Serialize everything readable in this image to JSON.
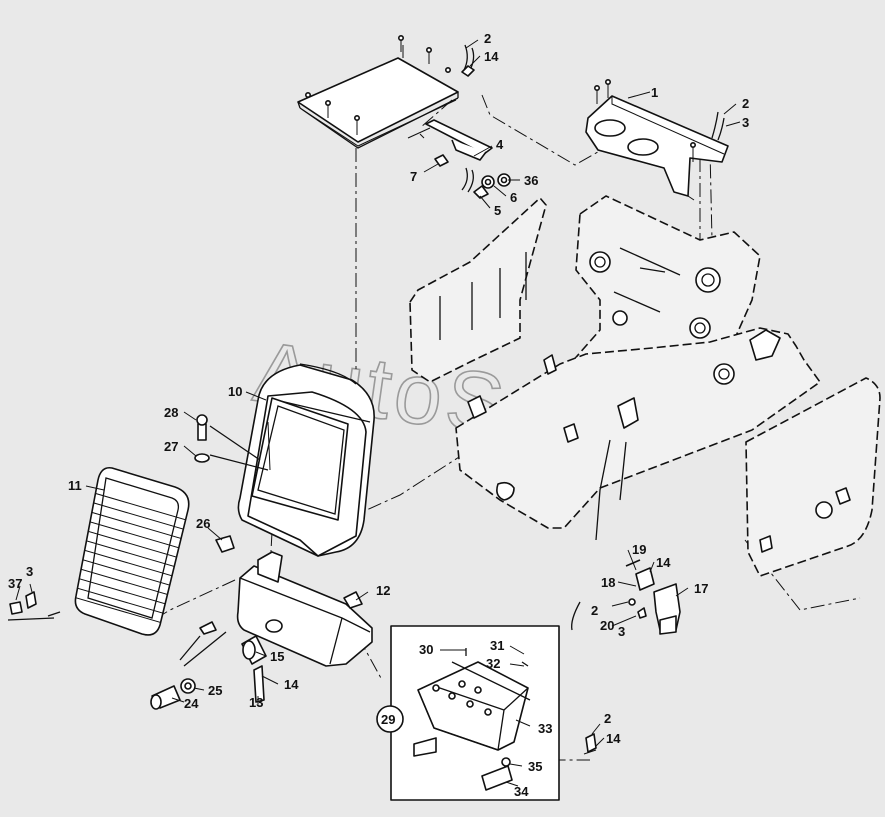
{
  "watermark": "AutoSoft",
  "callouts": [
    {
      "id": "c2a",
      "text": "2"
    },
    {
      "id": "c14a",
      "text": "14"
    },
    {
      "id": "c1",
      "text": "1"
    },
    {
      "id": "c2b",
      "text": "2"
    },
    {
      "id": "c3a",
      "text": "3"
    },
    {
      "id": "c4",
      "text": "4"
    },
    {
      "id": "c7",
      "text": "7"
    },
    {
      "id": "c36",
      "text": "36"
    },
    {
      "id": "c6",
      "text": "6"
    },
    {
      "id": "c5",
      "text": "5"
    },
    {
      "id": "c10",
      "text": "10"
    },
    {
      "id": "c28",
      "text": "28"
    },
    {
      "id": "c27",
      "text": "27"
    },
    {
      "id": "c11",
      "text": "11"
    },
    {
      "id": "c26",
      "text": "26"
    },
    {
      "id": "c37",
      "text": "37"
    },
    {
      "id": "c3b",
      "text": "3"
    },
    {
      "id": "c12",
      "text": "12"
    },
    {
      "id": "c15",
      "text": "15"
    },
    {
      "id": "c14b",
      "text": "14"
    },
    {
      "id": "c13",
      "text": "13"
    },
    {
      "id": "c25",
      "text": "25"
    },
    {
      "id": "c24",
      "text": "24"
    },
    {
      "id": "c19",
      "text": "19"
    },
    {
      "id": "c14c",
      "text": "14"
    },
    {
      "id": "c18",
      "text": "18"
    },
    {
      "id": "c17",
      "text": "17"
    },
    {
      "id": "c2c",
      "text": "2"
    },
    {
      "id": "c20",
      "text": "20"
    },
    {
      "id": "c3c",
      "text": "3"
    },
    {
      "id": "c30",
      "text": "30"
    },
    {
      "id": "c31",
      "text": "31"
    },
    {
      "id": "c32",
      "text": "32"
    },
    {
      "id": "c29",
      "text": "29"
    },
    {
      "id": "c33",
      "text": "33"
    },
    {
      "id": "c35",
      "text": "35"
    },
    {
      "id": "c34",
      "text": "34"
    },
    {
      "id": "c2d",
      "text": "2"
    },
    {
      "id": "c14d",
      "text": "14"
    }
  ]
}
